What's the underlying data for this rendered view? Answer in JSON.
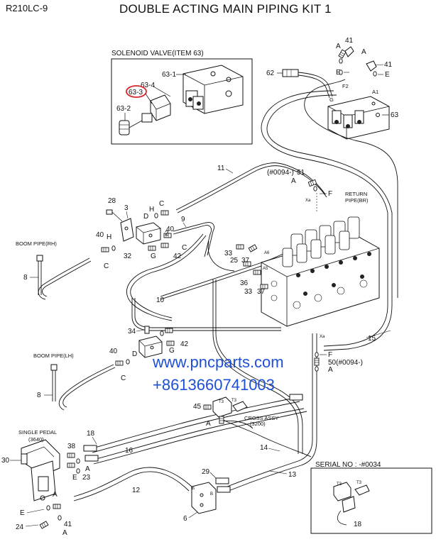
{
  "header": {
    "model": "R210LC-9",
    "title": "DOUBLE ACTING MAIN PIPING KIT 1"
  },
  "watermark": {
    "url": "www.pncparts.com",
    "phone": "+8613660741003",
    "color": "#1e4fd6"
  },
  "solenoid_inset": {
    "title": "SOLENOID VALVE(ITEM 63)",
    "parts": [
      "63-1",
      "63-4",
      "63-3",
      "63-2"
    ],
    "highlight": "63-3",
    "highlight_color": "#d9262b"
  },
  "notes": {
    "serial_top": "(#0094-)",
    "serial_bottom": "50(#0094-)",
    "serial_box": "SERIAL NO : -#0034",
    "return_pipe_1": "RETURN",
    "return_pipe_2": "PIPE(BR)",
    "boom_rh": "BOOM PIPE(RH)",
    "boom_lh": "BOOM PIPE(LH)",
    "cross_assy_1": "CROSS ASSY",
    "cross_assy_2": "(3200)",
    "single_pedal_1": "SINGLE PEDAL",
    "single_pedal_2": "(3640)"
  },
  "callouts": {
    "n62": "62",
    "n41a": "41",
    "n41b": "41",
    "nAa": "A",
    "nAb": "A",
    "nEa": "E",
    "nEb": "E",
    "nF2": "F2",
    "nA1": "A1",
    "n63": "63",
    "n11": "11",
    "n51": "51",
    "nA_51": "A",
    "nF_top": "F",
    "n28": "28",
    "n3": "3",
    "nH1": "H",
    "nC1": "C",
    "nD1": "D",
    "n40a": "40",
    "n9": "9",
    "n2": "2",
    "n40b": "40",
    "nH2": "H",
    "nC2": "C",
    "nC3": "C",
    "n32": "32",
    "nG1": "G",
    "n42a": "42",
    "n8a": "8",
    "n33a": "33",
    "n25": "25",
    "n37a": "37",
    "n36": "36",
    "n33b": "33",
    "n37b": "37",
    "n10": "10",
    "n34": "34",
    "n42b": "42",
    "n40c": "40",
    "nD2": "D",
    "nG2": "G",
    "nC4": "C",
    "n8b": "8",
    "n15": "15",
    "nF_bot": "F",
    "nA_bot": "A",
    "n45": "45",
    "nA_cross": "A",
    "n18a": "18",
    "n16": "16",
    "n14": "14",
    "n30": "30",
    "n38": "38",
    "nA2": "A",
    "nE2": "E",
    "n23": "23",
    "n12": "12",
    "n29": "29",
    "n13": "13",
    "nE3": "E",
    "n24": "24",
    "n41c": "41",
    "nA3": "A",
    "n6": "6",
    "n18b": "18"
  }
}
